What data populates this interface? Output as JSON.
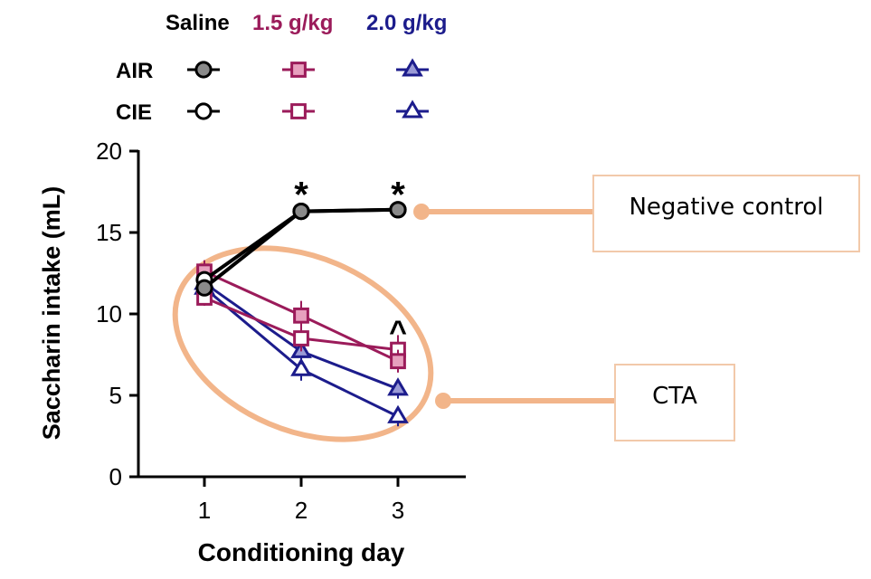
{
  "chart_data": {
    "type": "line",
    "xlabel": "Conditioning day",
    "ylabel": "Saccharin intake (mL)",
    "ylim": [
      0,
      20
    ],
    "yticks": [
      "0",
      "5",
      "10",
      "15",
      "20"
    ],
    "x": [
      1,
      2,
      3
    ],
    "xticks": [
      "1",
      "2",
      "3"
    ],
    "legend": {
      "dose_headers": [
        {
          "label": "Saline",
          "color": "#000000"
        },
        {
          "label": "1.5 g/kg",
          "color": "#9b1b5a"
        },
        {
          "label": "2.0 g/kg",
          "color": "#1c1c8c"
        }
      ],
      "row_labels": [
        "AIR",
        "CIE"
      ]
    },
    "series": [
      {
        "group": "Saline",
        "condition": "AIR",
        "marker": "circle",
        "filled": true,
        "color": "#000000",
        "fill": "#8a8a8a",
        "values": [
          11.6,
          16.3,
          16.4
        ],
        "err": [
          0.3,
          0.4,
          0.3
        ]
      },
      {
        "group": "Saline",
        "condition": "CIE",
        "marker": "circle",
        "filled": false,
        "color": "#000000",
        "fill": "#ffffff",
        "values": [
          12.1,
          16.3,
          16.4
        ],
        "err": [
          0.4,
          0.3,
          0.3
        ]
      },
      {
        "group": "1.5 g/kg",
        "condition": "AIR",
        "marker": "square",
        "filled": true,
        "color": "#9b1b5a",
        "fill": "#e7a0be",
        "values": [
          12.6,
          9.9,
          7.1
        ],
        "err": [
          0.7,
          0.9,
          0.7
        ]
      },
      {
        "group": "1.5 g/kg",
        "condition": "CIE",
        "marker": "square",
        "filled": false,
        "color": "#9b1b5a",
        "fill": "#ffffff",
        "values": [
          11.0,
          8.5,
          7.8
        ],
        "err": [
          0.5,
          0.8,
          0.9
        ]
      },
      {
        "group": "2.0 g/kg",
        "condition": "AIR",
        "marker": "triangle",
        "filled": true,
        "color": "#1c1c8c",
        "fill": "#9a9ad6",
        "values": [
          11.9,
          7.7,
          5.4
        ],
        "err": [
          0.6,
          0.8,
          0.6
        ]
      },
      {
        "group": "2.0 g/kg",
        "condition": "CIE",
        "marker": "triangle",
        "filled": false,
        "color": "#1c1c8c",
        "fill": "#ffffff",
        "values": [
          11.6,
          6.6,
          3.7
        ],
        "err": [
          0.5,
          0.7,
          0.6
        ]
      }
    ],
    "annotations": [
      {
        "text": "*",
        "x": 2,
        "y": 17.8
      },
      {
        "text": "*",
        "x": 3,
        "y": 17.8
      },
      {
        "text": "^",
        "x": 3,
        "y": 9.4
      }
    ],
    "callouts": [
      {
        "label": "Negative control",
        "color": "#f2b58a"
      },
      {
        "label": "CTA",
        "color": "#f2b58a"
      }
    ]
  }
}
